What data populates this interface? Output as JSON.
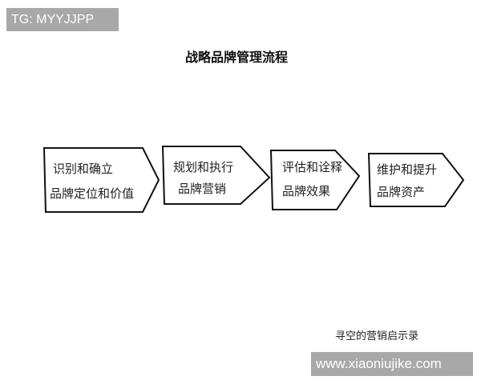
{
  "watermark_tag": "TG: MYYJJPP",
  "title": "战略品牌管理流程",
  "steps": [
    {
      "line1": "识别和确立",
      "line2": "品牌定位和价值"
    },
    {
      "line1": "规划和执行",
      "line2": "品牌营销"
    },
    {
      "line1": "评估和诠释",
      "line2": "品牌效果"
    },
    {
      "line1": "维护和提升",
      "line2": "品牌资产"
    }
  ],
  "caption": "寻空的营销启示录",
  "site": "www.xiaoniujike.com"
}
